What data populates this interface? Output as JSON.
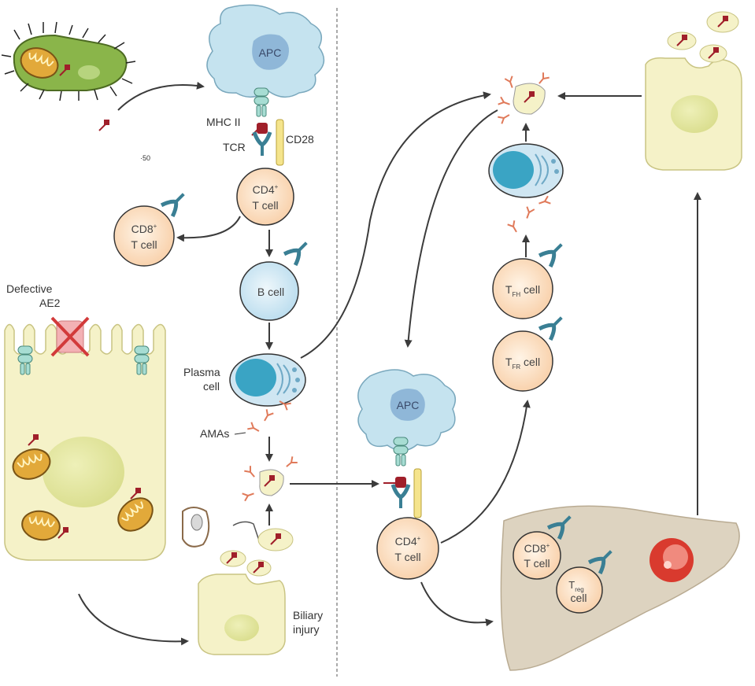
{
  "labels": {
    "apc_top": "APC",
    "apc_bottom": "APC",
    "mhc_ii": "MHC II",
    "tcr": "TCR",
    "cd28": "CD28",
    "cd4_top_line1": "CD4",
    "cd4_top_sup": "+",
    "cd4_top_line2": "T cell",
    "cd8_left_line1": "CD8",
    "cd8_left_sup": "+",
    "cd8_left_line2": "T cell",
    "b_cell": "B cell",
    "plasma_line1": "Plasma",
    "plasma_line2": "cell",
    "amas": "AMAs",
    "defective_line1": "Defective",
    "defective_line2": "AE2",
    "biliary_line1": "Biliary",
    "biliary_line2": "injury",
    "cd4_bottom_line1": "CD4",
    "cd4_bottom_sup": "+",
    "cd4_bottom_line2": "T cell",
    "tfh_main": "T",
    "tfh_sub": "FH",
    "tfh_rest": " cell",
    "tfr_main": "T",
    "tfr_sub": "FR",
    "tfr_rest": " cell",
    "cd8_liver_line1": "CD8",
    "cd8_liver_sup": "+",
    "cd8_liver_line2": "T cell",
    "treg_main": "T",
    "treg_sub": "reg",
    "treg_line2": "cell",
    "small_text": "·50"
  },
  "colors": {
    "antigen": "#a01f2a",
    "antibody": "#e07a5a",
    "apc": "#c5e3ef",
    "t_cell": "#fbd9b8",
    "b_cell": "#cfe6f2",
    "plasma": "#3aa4c4",
    "epithelium": "#f5f2c8",
    "liver": "#ddd3c0",
    "bacterium": "#8ab54a",
    "mitochondrion": "#e2a93a"
  }
}
